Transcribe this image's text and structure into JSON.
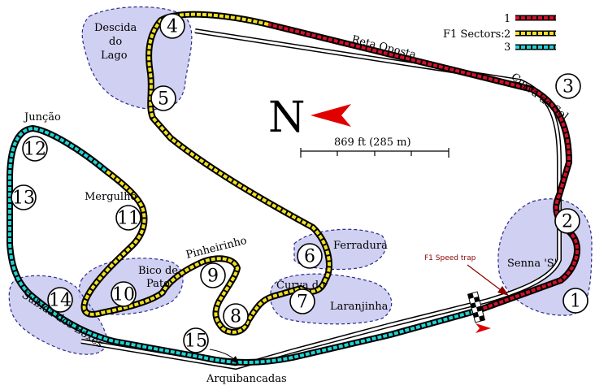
{
  "map": {
    "compass": {
      "letter": "N"
    },
    "scale": {
      "label": "869 ft (285 m)"
    },
    "legend": {
      "title": "F1 Sectors:",
      "entries": [
        {
          "label": "1",
          "color": "#d4112a"
        },
        {
          "label": "2",
          "color": "#f0e020"
        },
        {
          "label": "3",
          "color": "#1fd4d4"
        }
      ]
    },
    "speed_trap": {
      "label": "F1 Speed trap"
    },
    "turns": [
      "1",
      "2",
      "3",
      "4",
      "5",
      "6",
      "7",
      "8",
      "9",
      "10",
      "11",
      "12",
      "13",
      "14",
      "15"
    ],
    "labels": {
      "descida_line1": "Descida",
      "descida_line2": "do",
      "descida_line3": "Lago",
      "reta_oposta": "Reta Oposta",
      "curva_do_sol": "Curva do Sol",
      "juncao": "Junção",
      "mergulho": "Mergulho",
      "pinheirinho": "Pinheirinho",
      "bico_line1": "Bico de",
      "bico_line2": "Pato",
      "ferradura": "Ferradura",
      "curva_do": "Curva do",
      "laranjinha": "Laranjinha",
      "senna_s": "Senna 'S'",
      "subida": "Subida dos Boxes",
      "arquibancadas": "Arquibancadas"
    }
  }
}
